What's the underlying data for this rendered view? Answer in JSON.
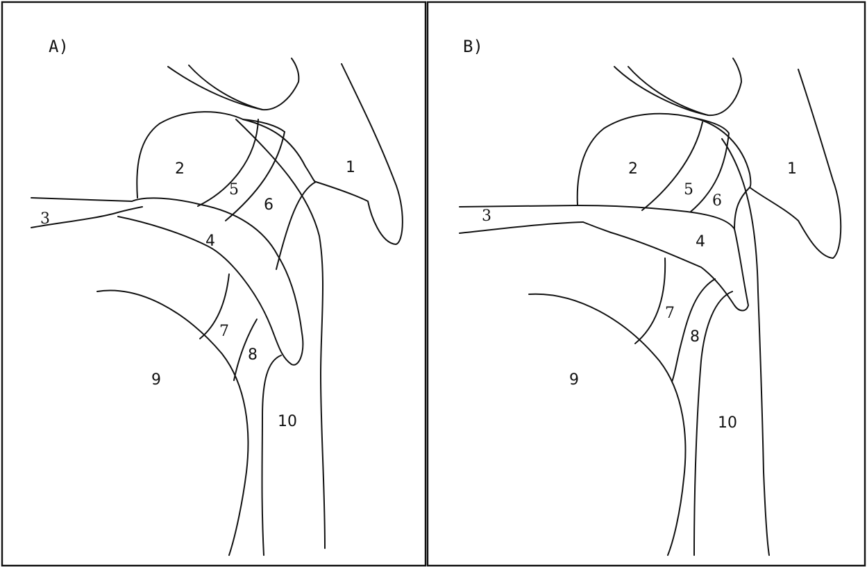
{
  "panels": [
    {
      "label": "A)",
      "regions": [
        "1",
        "2",
        "3",
        "4",
        "5",
        "6",
        "7",
        "8",
        "9",
        "10"
      ]
    },
    {
      "label": "B)",
      "regions": [
        "1",
        "2",
        "3",
        "4",
        "5",
        "6",
        "7",
        "8",
        "9",
        "10"
      ]
    }
  ],
  "colors": {
    "ink": "#111111",
    "paper": "#ffffff"
  }
}
